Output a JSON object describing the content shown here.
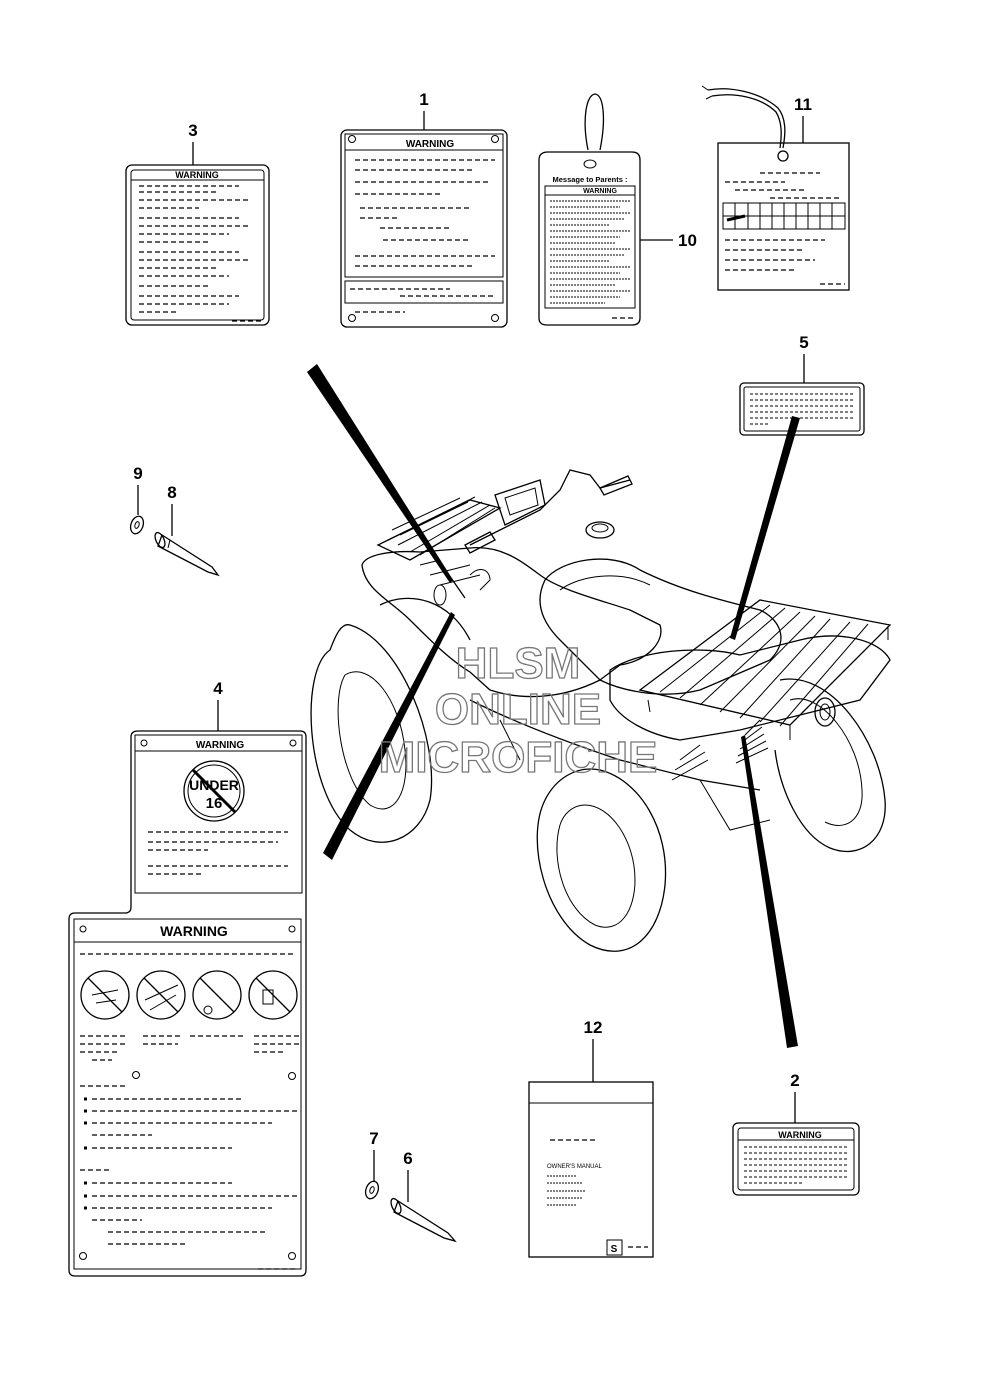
{
  "labels": {
    "warning": "WARNING",
    "message_to_parents": "Message to Parents :",
    "under": "UNDER",
    "age": "16",
    "owners_manual": "OWNER'S MANUAL"
  },
  "callouts": {
    "c1": "1",
    "c2": "2",
    "c3": "3",
    "c4": "4",
    "c5": "5",
    "c6": "6",
    "c7": "7",
    "c8": "8",
    "c9": "9",
    "c10": "10",
    "c11": "11",
    "c12": "12"
  },
  "watermark": {
    "line1": "HLSM",
    "line2": "ONLINE",
    "line3": "MICROFICHE"
  }
}
